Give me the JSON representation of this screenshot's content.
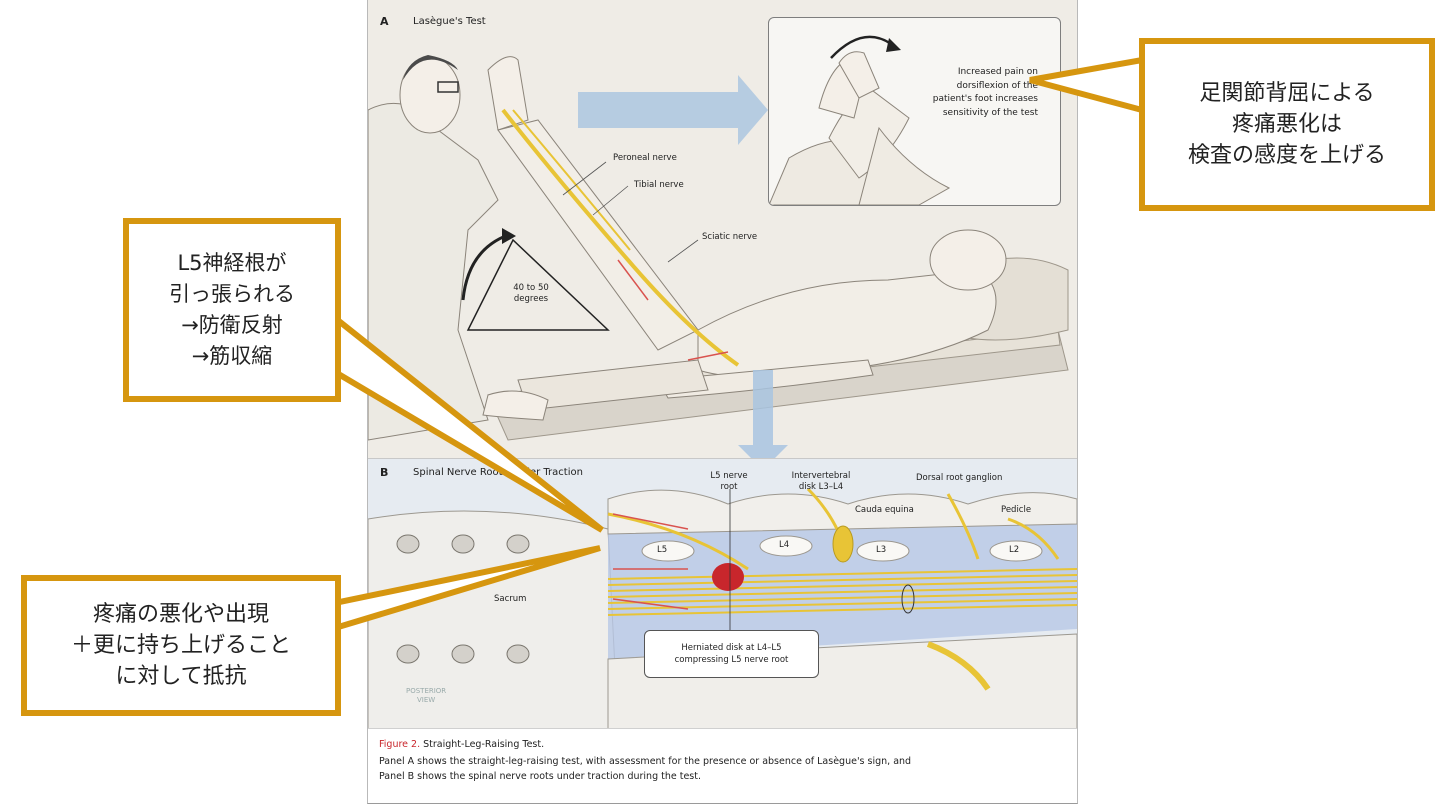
{
  "figure": {
    "panel_a": {
      "letter": "A",
      "title": "Lasègue's Test",
      "labels": {
        "peroneal": "Peroneal nerve",
        "tibial": "Tibial nerve",
        "sciatic": "Sciatic nerve",
        "angle_line1": "40 to 50",
        "angle_line2": "degrees"
      },
      "inset": {
        "line1": "Increased pain on",
        "line2": "dorsiflexion of the",
        "line3": "patient's foot increases",
        "line4": "sensitivity of the test"
      }
    },
    "panel_b": {
      "letter": "B",
      "title": "Spinal Nerve Roots under Traction",
      "labels": {
        "l5_root_line1": "L5 nerve",
        "l5_root_line2": "root",
        "disk_line1": "Intervertebral",
        "disk_line2": "disk L3–L4",
        "drg": "Dorsal root ganglion",
        "cauda": "Cauda equina",
        "pedicle": "Pedicle",
        "sacrum": "Sacrum",
        "posterior_line1": "POSTERIOR",
        "posterior_line2": "VIEW"
      },
      "vertebrae": [
        "L5",
        "L4",
        "L3",
        "L2"
      ],
      "herniated": {
        "line1": "Herniated disk at L4–L5",
        "line2": "compressing L5 nerve root"
      }
    },
    "caption": {
      "fig_label": "Figure 2.",
      "title": " Straight-Leg-Raising Test.",
      "line1": "Panel A shows the straight-leg-raising test, with assessment for the presence or absence of Lasègue's sign, and",
      "line2": "Panel B shows the spinal nerve roots under traction during the test."
    }
  },
  "callouts": {
    "top_right": "足関節背屈による\n疼痛悪化は\n検査の感度を上げる",
    "left_mid": "L5神経根が\n引っ張られる\n→防衛反射\n→筋収縮",
    "left_bottom": "疼痛の悪化や出現\n＋更に持ち上げること\nに対して抵抗"
  },
  "colors": {
    "callout_border": "#d6960f",
    "nerve": "#e8c436",
    "arrow_blue": "#a8c4e0",
    "herniation_red": "#c8262c"
  }
}
